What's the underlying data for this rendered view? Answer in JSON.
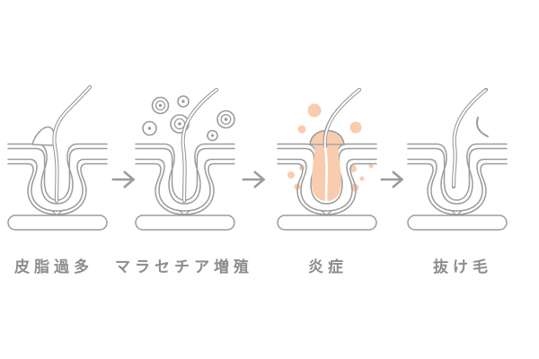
{
  "colors": {
    "line": "#9b9b9b",
    "accent_peach": "#f8ccae",
    "label_text": "#8c8c8c",
    "background": "#ffffff"
  },
  "diagram": {
    "type": "process-flow",
    "topic": "scalp hair follicle condition progression",
    "stages": [
      {
        "id": "sebum-excess",
        "label": "皮脂過多"
      },
      {
        "id": "malassezia-growth",
        "label": "マラセチア増殖"
      },
      {
        "id": "inflammation",
        "label": "炎症"
      },
      {
        "id": "hair-loss",
        "label": "抜け毛"
      }
    ],
    "arrows": {
      "count": 3,
      "direction": "right"
    }
  }
}
